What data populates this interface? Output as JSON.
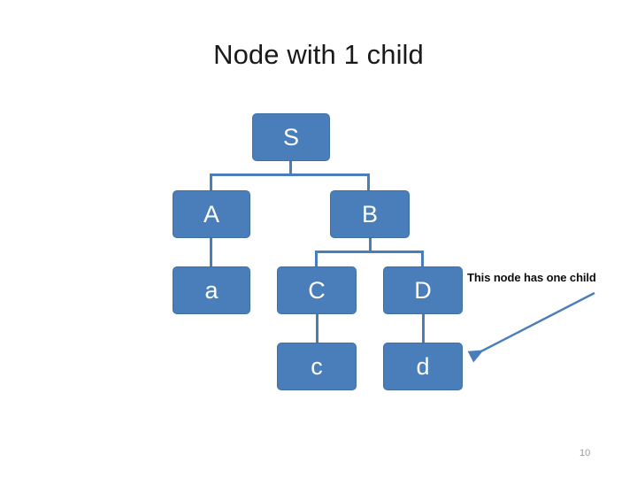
{
  "slide": {
    "title": "Node with 1 child",
    "background_color": "#ffffff",
    "page_number": "10"
  },
  "theme": {
    "node_fill": "#4a7ebb",
    "node_border": "#40709f",
    "node_text_color": "#ffffff",
    "connector_color": "#4a7ebb",
    "title_color": "#1a1a1a",
    "callout_color": "#0d0d0d",
    "page_number_color": "#9a9a9a"
  },
  "tree": {
    "nodes": [
      {
        "id": "S",
        "label": "S",
        "level": 0
      },
      {
        "id": "A",
        "label": "A",
        "level": 1
      },
      {
        "id": "B",
        "label": "B",
        "level": 1
      },
      {
        "id": "a",
        "label": "a",
        "level": 2
      },
      {
        "id": "C",
        "label": "C",
        "level": 2
      },
      {
        "id": "D",
        "label": "D",
        "level": 2
      },
      {
        "id": "c",
        "label": "c",
        "level": 3
      },
      {
        "id": "d",
        "label": "d",
        "level": 3
      }
    ],
    "edges": [
      {
        "from": "S",
        "to": "A"
      },
      {
        "from": "S",
        "to": "B"
      },
      {
        "from": "A",
        "to": "a"
      },
      {
        "from": "B",
        "to": "C"
      },
      {
        "from": "B",
        "to": "D"
      },
      {
        "from": "C",
        "to": "c"
      },
      {
        "from": "D",
        "to": "d"
      }
    ]
  },
  "callout": {
    "text": "This node has one child",
    "points_to": "d"
  }
}
